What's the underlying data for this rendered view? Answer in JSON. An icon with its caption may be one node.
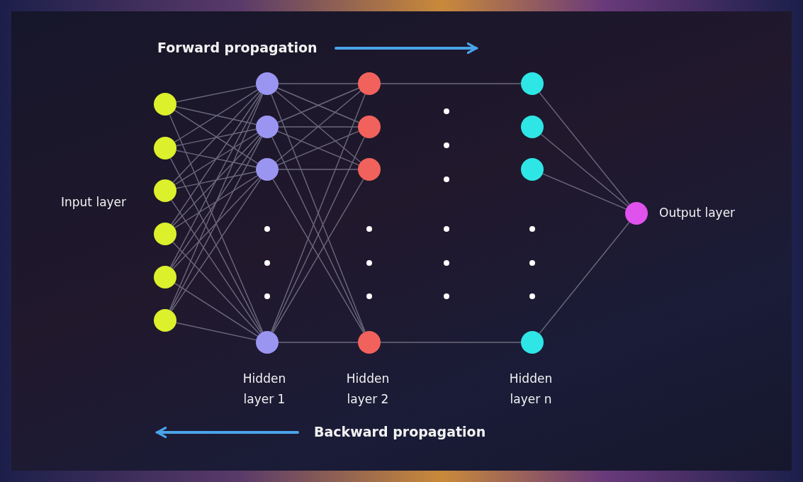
{
  "diagram": {
    "nodes": [
      {
        "text": [],
        "shape": "circle"
      },
      {
        "text": [],
        "shape": "circle"
      },
      {
        "text": [],
        "shape": "circle"
      },
      {
        "text": [],
        "shape": "circle"
      },
      {
        "text": [],
        "shape": "circle"
      },
      {
        "text": [],
        "shape": "circle"
      },
      {
        "text": [],
        "shape": "circle"
      },
      {
        "text": [],
        "shape": "circle"
      },
      {
        "text": [],
        "shape": "circle"
      },
      {
        "text": [],
        "shape": "circle"
      },
      {
        "text": [],
        "shape": "circle"
      },
      {
        "text": [],
        "shape": "circle"
      },
      {
        "text": [],
        "shape": "circle"
      },
      {
        "text": [],
        "shape": "circle"
      },
      {
        "text": [],
        "shape": "circle"
      },
      {
        "text": [],
        "shape": "circle"
      },
      {
        "text": [],
        "shape": "circle"
      },
      {
        "text": [],
        "shape": "circle"
      },
      {
        "text": [],
        "shape": "circle",
        "beside": [
          "Output layer"
        ]
      }
    ],
    "edges": [
      {
        "from": 0,
        "to": 6,
        "arrow": "none"
      },
      {
        "from": 0,
        "to": 7,
        "arrow": "none"
      },
      {
        "from": 0,
        "to": 8,
        "arrow": "none"
      },
      {
        "from": 0,
        "to": 9,
        "arrow": "none"
      },
      {
        "from": 1,
        "to": 6,
        "arrow": "none"
      },
      {
        "from": 1,
        "to": 7,
        "arrow": "none"
      },
      {
        "from": 1,
        "to": 8,
        "arrow": "none"
      },
      {
        "from": 1,
        "to": 9,
        "arrow": "none"
      },
      {
        "from": 2,
        "to": 6,
        "arrow": "none"
      },
      {
        "from": 2,
        "to": 7,
        "arrow": "none"
      },
      {
        "from": 2,
        "to": 8,
        "arrow": "none"
      },
      {
        "from": 2,
        "to": 9,
        "arrow": "none"
      },
      {
        "from": 3,
        "to": 6,
        "arrow": "none"
      },
      {
        "from": 3,
        "to": 7,
        "arrow": "none"
      },
      {
        "from": 3,
        "to": 8,
        "arrow": "none"
      },
      {
        "from": 3,
        "to": 9,
        "arrow": "none"
      },
      {
        "from": 4,
        "to": 6,
        "arrow": "none"
      },
      {
        "from": 4,
        "to": 7,
        "arrow": "none"
      },
      {
        "from": 4,
        "to": 8,
        "arrow": "none"
      },
      {
        "from": 4,
        "to": 9,
        "arrow": "none"
      },
      {
        "from": 5,
        "to": 6,
        "arrow": "none"
      },
      {
        "from": 5,
        "to": 7,
        "arrow": "none"
      },
      {
        "from": 5,
        "to": 8,
        "arrow": "none"
      },
      {
        "from": 5,
        "to": 9,
        "arrow": "none"
      },
      {
        "from": 6,
        "to": 10,
        "arrow": "none"
      },
      {
        "from": 6,
        "to": 11,
        "arrow": "none"
      },
      {
        "from": 6,
        "to": 12,
        "arrow": "none"
      },
      {
        "from": 6,
        "to": 13,
        "arrow": "none"
      },
      {
        "from": 7,
        "to": 10,
        "arrow": "none"
      },
      {
        "from": 7,
        "to": 11,
        "arrow": "none"
      },
      {
        "from": 7,
        "to": 12,
        "arrow": "none"
      },
      {
        "from": 7,
        "to": 13,
        "arrow": "none"
      },
      {
        "from": 8,
        "to": 10,
        "arrow": "none"
      },
      {
        "from": 8,
        "to": 11,
        "arrow": "none"
      },
      {
        "from": 8,
        "to": 12,
        "arrow": "none"
      },
      {
        "from": 8,
        "to": 13,
        "arrow": "none"
      },
      {
        "from": 9,
        "to": 10,
        "arrow": "none"
      },
      {
        "from": 9,
        "to": 11,
        "arrow": "none"
      },
      {
        "from": 9,
        "to": 12,
        "arrow": "none"
      },
      {
        "from": 9,
        "to": 13,
        "arrow": "none"
      },
      {
        "from": 10,
        "to": 14,
        "arrow": "none"
      },
      {
        "from": 13,
        "to": 17,
        "arrow": "none"
      },
      {
        "from": 14,
        "to": 18,
        "arrow": "none"
      },
      {
        "from": 15,
        "to": 18,
        "arrow": "none"
      },
      {
        "from": 16,
        "to": 18,
        "arrow": "none"
      },
      {
        "from": 17,
        "to": 18,
        "arrow": "none"
      }
    ],
    "labels": [
      "Forward propagation",
      "Input layer",
      "Hidden layer 1",
      "Hidden layer 2",
      "Hidden layer n",
      "Backward propagation"
    ]
  }
}
